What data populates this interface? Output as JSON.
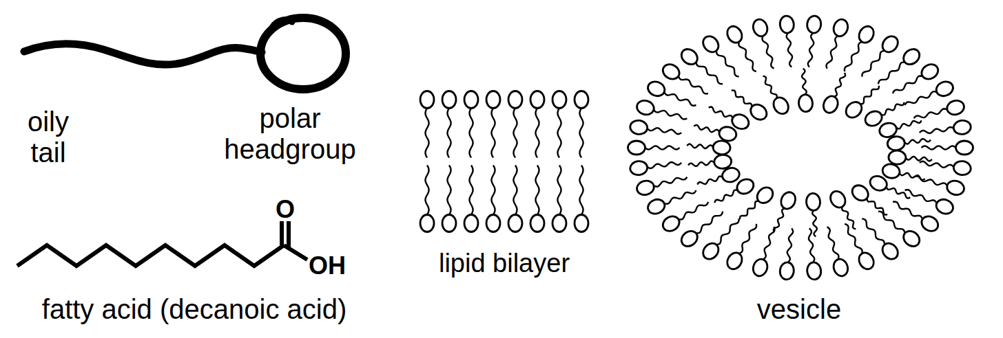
{
  "diagram": {
    "labels": [
      "oily tail",
      "polar headgroup",
      "O",
      "OH",
      "fatty acid (decanoic acid)",
      "lipid bilayer",
      "vesicle"
    ]
  }
}
